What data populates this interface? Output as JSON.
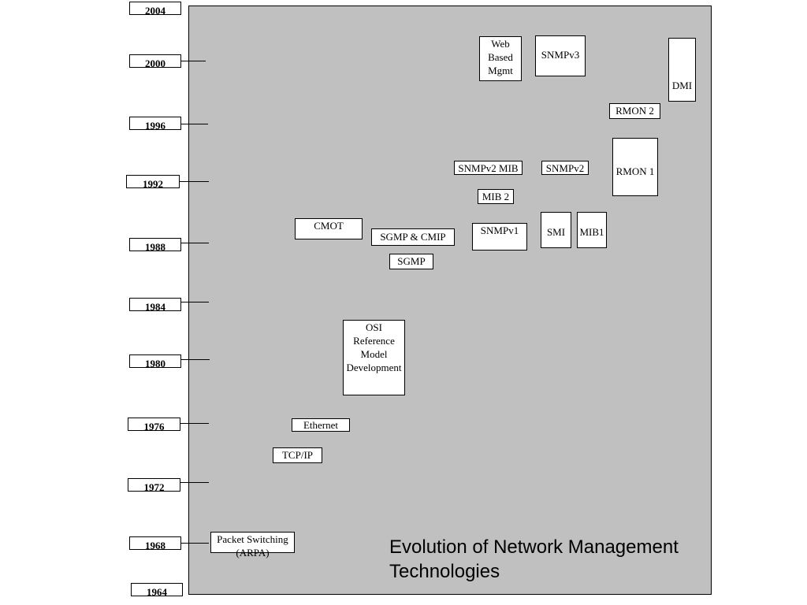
{
  "timeline": {
    "years": [
      "2004",
      "2000",
      "1996",
      "1992",
      "1988",
      "1984",
      "1980",
      "1976",
      "1972",
      "1968",
      "1964"
    ]
  },
  "boxes": {
    "packet_switching": [
      "Packet Switching",
      "(ARPA)"
    ],
    "tcpip": "TCP/IP",
    "ethernet": "Ethernet",
    "osi": [
      "OSI",
      "Reference",
      "Model",
      "Development"
    ],
    "cmot": "CMOT",
    "sgmp_cmip": "SGMP & CMIP",
    "sgmp": "SGMP",
    "snmpv1": "SNMPv1",
    "smi": "SMI",
    "mib1": "MIB1",
    "mib2": "MIB 2",
    "snmpv2_mib": "SNMPv2 MIB",
    "snmpv2": "SNMPv2",
    "rmon1": "RMON 1",
    "rmon2": "RMON 2",
    "web_mgmt": [
      "Web",
      "Based",
      "Mgmt"
    ],
    "snmpv3": "SNMPv3",
    "dmi": "DMI"
  },
  "title": [
    "Evolution of Network Management",
    "Technologies"
  ]
}
